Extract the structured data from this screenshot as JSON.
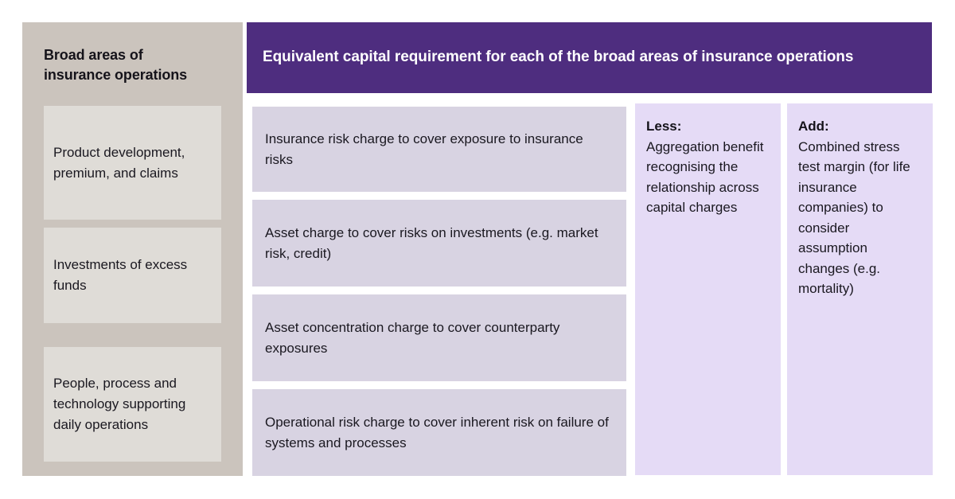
{
  "sidebar": {
    "title": "Broad areas of\ninsurance operations",
    "background_color": "#cbc4bd",
    "card_color": "#dfdcd7",
    "items": [
      {
        "label": "Product development, premium, and claims"
      },
      {
        "label": "Investments of excess funds"
      },
      {
        "label": "People, process and technology supporting daily operations"
      }
    ]
  },
  "header": {
    "title": "Equivalent capital requirement for each of the broad areas of insurance operations",
    "background_color": "#4e2d7f",
    "text_color": "#ffffff"
  },
  "main": {
    "card_color": "#d8d3e2",
    "charges": [
      {
        "label": "Insurance risk charge to cover exposure to insurance risks"
      },
      {
        "label": "Asset charge to cover risks on investments (e.g. market risk, credit)"
      },
      {
        "label": "Asset concentration charge to cover counterparty exposures"
      },
      {
        "label": "Operational risk charge to cover inherent risk on failure of systems and processes"
      }
    ]
  },
  "adjustments": {
    "column_color": "#e5dbf6",
    "columns": [
      {
        "heading": "Less:",
        "body": "Aggregation benefit recognising the relationship across capital charges"
      },
      {
        "heading": "Add:",
        "body": "Combined stress test margin (for life insurance companies) to consider assumption changes (e.g. mortality)"
      }
    ]
  }
}
